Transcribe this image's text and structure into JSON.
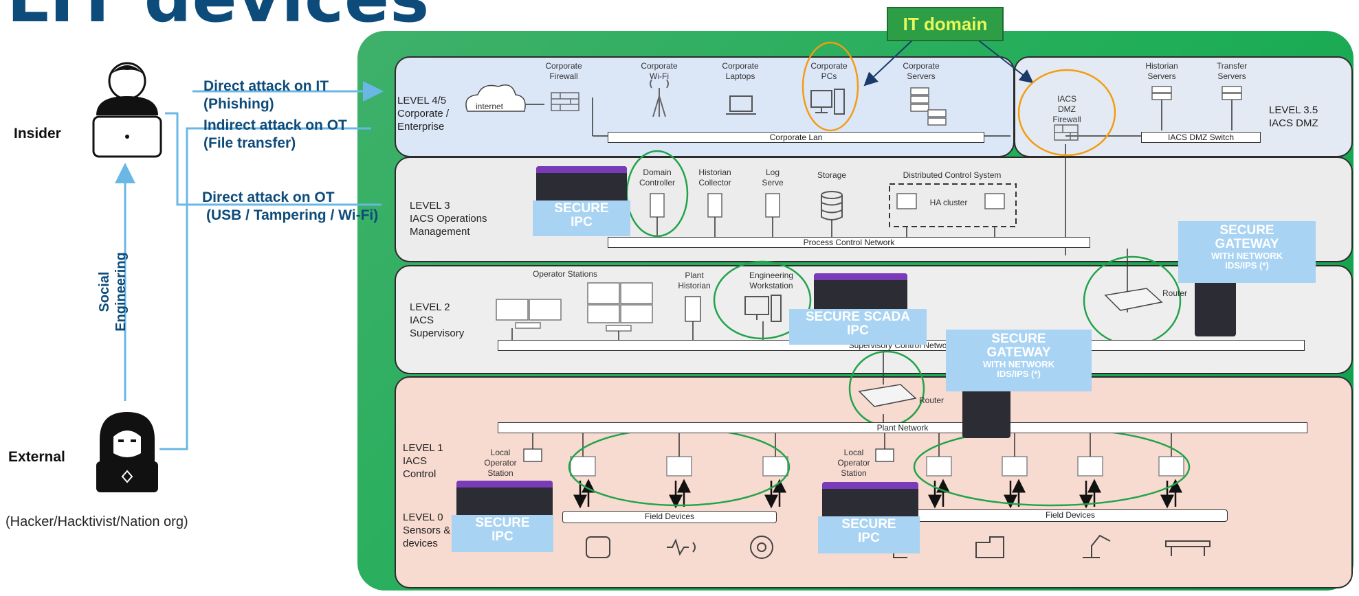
{
  "title": "LIT devices",
  "it_domain": "IT domain",
  "actors": {
    "insider": "Insider",
    "external": "External",
    "external_note": "(Hacker/Hacktivist/Nation org)",
    "social": "Social",
    "engineering": "Engineering"
  },
  "attacks": {
    "a1_l1": "Direct attack on IT",
    "a1_l2": "(Phishing)",
    "a2_l1": "Indirect attack on OT",
    "a2_l2": "(File transfer)",
    "a3_l1": "Direct attack on OT",
    "a3_l2": "(USB / Tampering / Wi-Fi)"
  },
  "levels": {
    "l45": [
      "LEVEL 4/5",
      "Corporate /",
      "Enterprise"
    ],
    "l35": [
      "LEVEL 3.5",
      "IACS DMZ"
    ],
    "l3": [
      "LEVEL 3",
      "IACS Operations",
      "Management"
    ],
    "l2": [
      "LEVEL 2",
      "IACS",
      "Supervisory"
    ],
    "l1": [
      "LEVEL 1",
      "IACS",
      "Control"
    ],
    "l0": [
      "LEVEL 0",
      "Sensors &",
      "devices"
    ]
  },
  "l45_items": {
    "internet": "internet",
    "firewall": [
      "Corporate",
      "Firewall"
    ],
    "wifi": [
      "Corporate",
      "Wi-Fi"
    ],
    "laptops": [
      "Corporate",
      "Laptops"
    ],
    "pcs": [
      "Corporate",
      "PCs"
    ],
    "servers": [
      "Corporate",
      "Servers"
    ],
    "lan": "Corporate Lan"
  },
  "dmz_items": {
    "historian": [
      "Historian",
      "Servers"
    ],
    "transfer": [
      "Transfer",
      "Servers"
    ],
    "firewall": [
      "IACS",
      "DMZ",
      "Firewall"
    ],
    "switch": "IACS DMZ Switch"
  },
  "l3_items": {
    "dc": [
      "Domain",
      "Controller"
    ],
    "hist": [
      "Historian",
      "Collector"
    ],
    "log": [
      "Log",
      "Serve"
    ],
    "storage": "Storage",
    "dcs": "Distributed Control System",
    "ha": "HA cluster",
    "pcn": "Process Control Network"
  },
  "l2_items": {
    "opstations": "Operator Stations",
    "plant_hist": [
      "Plant",
      "Historian"
    ],
    "eng_ws": [
      "Engineering",
      "Workstation"
    ],
    "scn": "Supervisory Control Network",
    "router": "Router"
  },
  "l1_items": {
    "router": "Router",
    "plant_net": "Plant Network",
    "local_op": [
      "Local",
      "Operator",
      "Station"
    ],
    "field": "Field Devices"
  },
  "secure": {
    "ipc_a": [
      "SECURE",
      "IPC"
    ],
    "scada": [
      "SECURE SCADA",
      "IPC"
    ],
    "gw_a": [
      "SECURE",
      "GATEWAY",
      "WITH NETWORK",
      "IDS/IPS (*)"
    ],
    "gw_b": [
      "SECURE",
      "GATEWAY",
      "WITH NETWORK",
      "IDS/IPS (*)"
    ],
    "ipc_b": [
      "SECURE",
      "IPC"
    ],
    "ipc_c": [
      "SECURE",
      "IPC"
    ]
  },
  "colors": {
    "brand_blue": "#0d4b7a",
    "green": "#22a34a",
    "orange": "#f39c12",
    "secure_blue": "#a9d3f3",
    "arrow_blue": "#6ab7e6"
  }
}
